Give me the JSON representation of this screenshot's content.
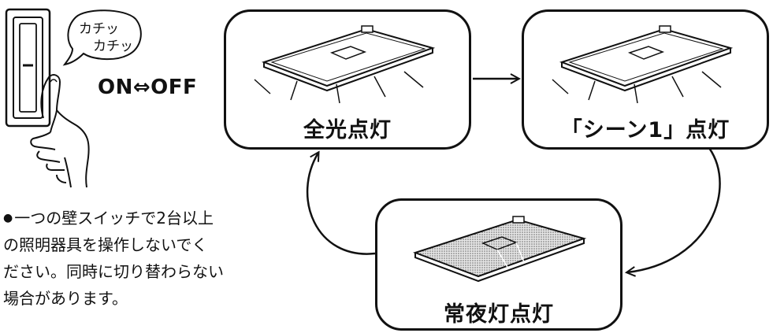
{
  "switch": {
    "bubble_line1": "カチッ",
    "bubble_line2": "カチッ",
    "on_off_label": "ON⇔OFF"
  },
  "states": {
    "full": {
      "label": "全光点灯"
    },
    "scene1": {
      "label": "「シーン1」点灯"
    },
    "night": {
      "label": "常夜灯点灯"
    }
  },
  "note": {
    "bullet": "●",
    "text": "一つの壁スイッチで2台以上\nの照明器具を操作しないでく\nださい。同時に切り替わらない\n場合があります。"
  }
}
